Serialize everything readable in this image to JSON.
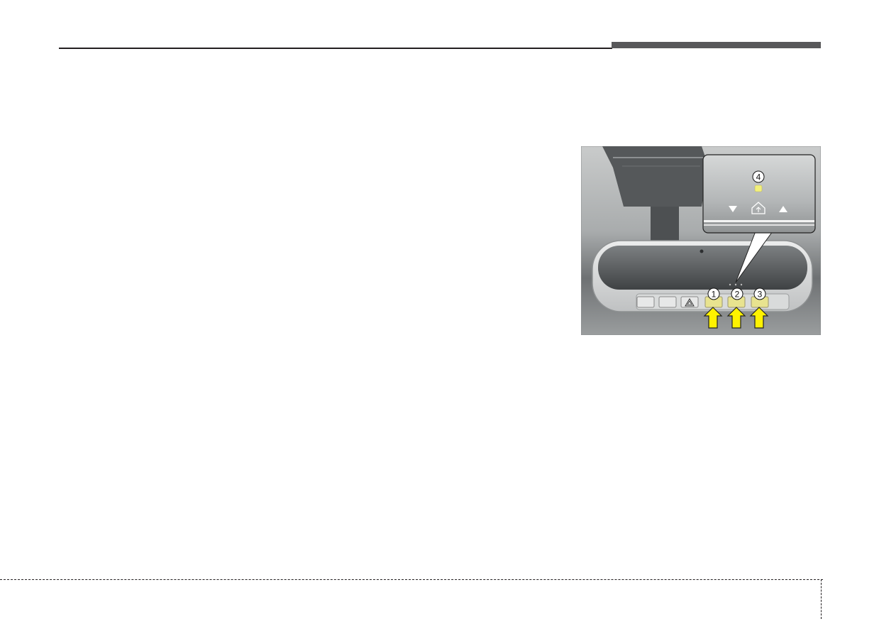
{
  "figure": {
    "callouts": [
      "1",
      "2",
      "3",
      "4"
    ],
    "icons": [
      "triangle-down-icon",
      "home-arrow-icon",
      "triangle-up-icon",
      "hazard-triangle-icon",
      "up-arrow-icon"
    ],
    "colors": {
      "accent_yellow": "#fff200",
      "led_yellow": "#f2f07a",
      "header_bar": "#58585a"
    }
  }
}
